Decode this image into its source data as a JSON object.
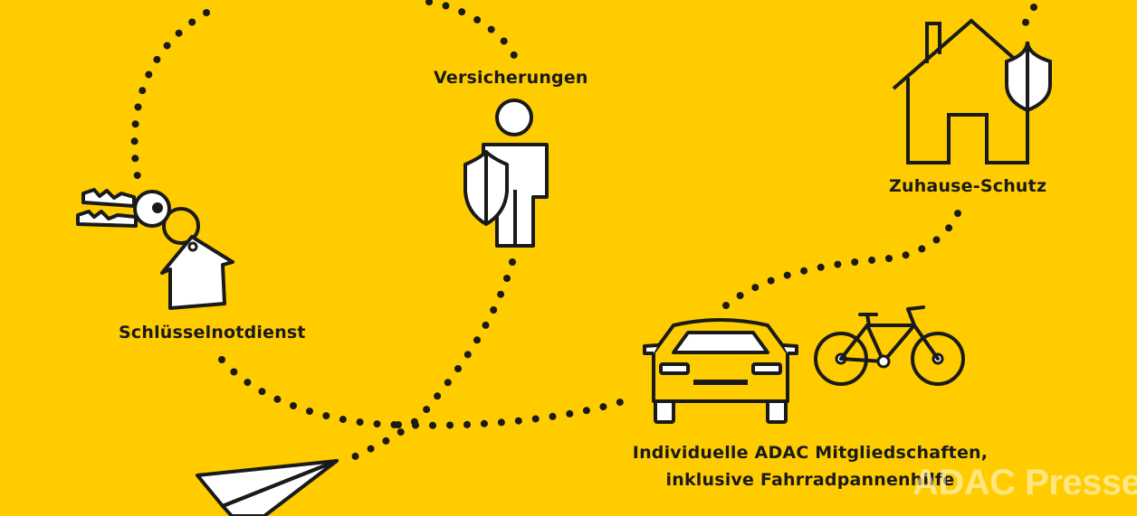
{
  "labels": {
    "versicherungen": "Versicherungen",
    "zuhause": "Zuhause-Schutz",
    "schluessel": "Schlüsselnotdienst",
    "mitglied_line1": "Individuelle ADAC Mitgliedschaften,",
    "mitglied_line2": "inklusive Fahrradpannenhilfe"
  },
  "watermark": "ADAC Presse",
  "icons": [
    "keys-icon",
    "person-shield-icon",
    "house-shield-icon",
    "car-icon",
    "bicycle-icon",
    "paper-plane-icon"
  ],
  "colors": {
    "background": "#FFCC00",
    "line": "#1A1A1A",
    "icon_fill": "#FFFFFF",
    "text": "#1A1A1A"
  }
}
